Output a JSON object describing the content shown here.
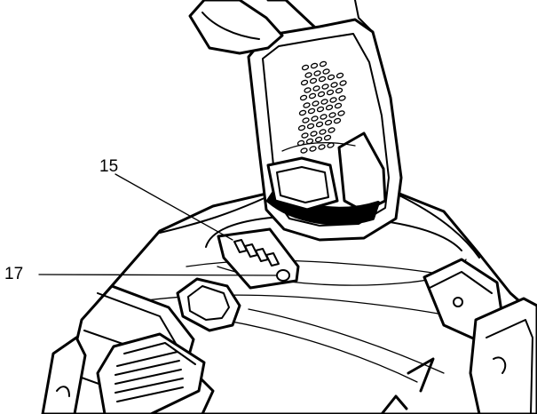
{
  "callouts": [
    {
      "id": "15",
      "label": "15"
    },
    {
      "id": "17",
      "label": "17"
    }
  ],
  "colors": {
    "line": "#000000",
    "background": "#ffffff"
  },
  "battery_indicator": {
    "segments": 4
  },
  "grip_holes": {
    "rows": 12
  }
}
